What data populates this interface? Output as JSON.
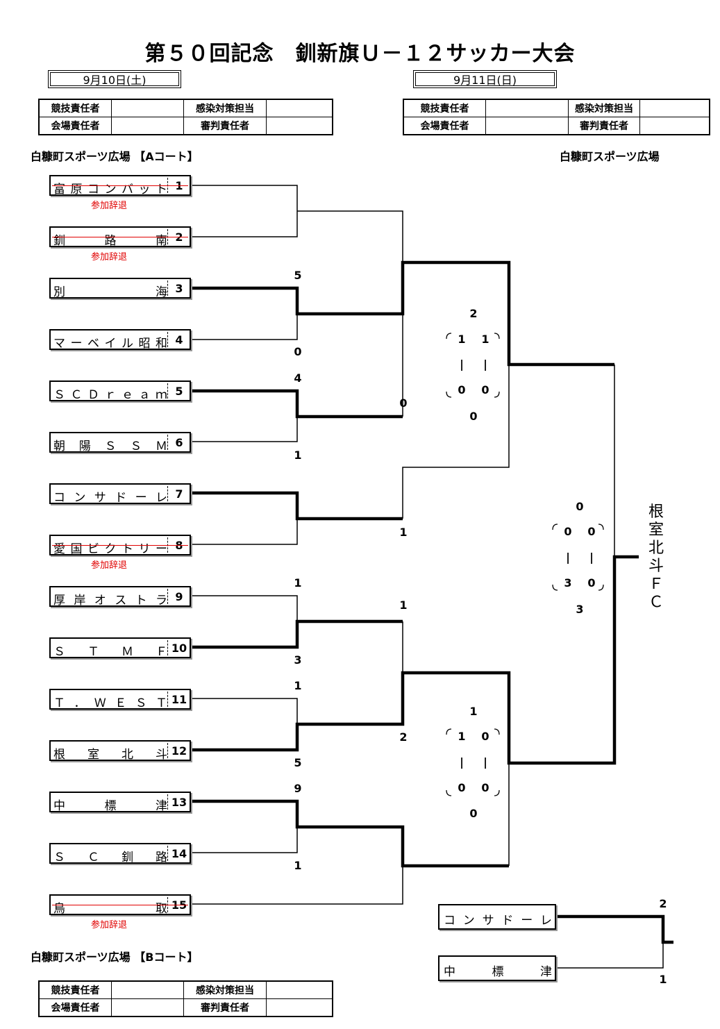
{
  "title": "第５０回記念　釧新旗Ｕ－１２サッカー大会",
  "day1": {
    "date": "9月10日(土)",
    "staff": {
      "r1c1": "競技責任者",
      "r1c2": "感染対策担当",
      "r2c1": "会場責任者",
      "r2c2": "審判責任者"
    },
    "venue_a": "白糠町スポーツ広場 【Aコート】",
    "venue_b": "白糠町スポーツ広場 【Bコート】"
  },
  "day2": {
    "date": "9月11日(日)",
    "staff": {
      "r1c1": "競技責任者",
      "r1c2": "感染対策担当",
      "r2c1": "会場責任者",
      "r2c2": "審判責任者"
    },
    "venue": "白糠町スポーツ広場"
  },
  "teams": [
    {
      "name": "富原コンバット",
      "no": "1",
      "withdrawn": true,
      "note": "参加辞退"
    },
    {
      "name": "釧　　路　　南",
      "no": "2",
      "withdrawn": true,
      "note": "参加辞退"
    },
    {
      "name": "別　　　　　海",
      "no": "3",
      "withdrawn": false,
      "note": ""
    },
    {
      "name": "マーベイル昭和",
      "no": "4",
      "withdrawn": false,
      "note": ""
    },
    {
      "name": "ＳＣＤｒｅａｍ",
      "no": "5",
      "withdrawn": false,
      "note": ""
    },
    {
      "name": "朝陽ＳＳＭ",
      "no": "6",
      "withdrawn": false,
      "note": ""
    },
    {
      "name": "コンサドーレ",
      "no": "7",
      "withdrawn": false,
      "note": ""
    },
    {
      "name": "愛国ビクトリー",
      "no": "8",
      "withdrawn": true,
      "note": "参加辞退"
    },
    {
      "name": "厚岸オストラ",
      "no": "9",
      "withdrawn": false,
      "note": ""
    },
    {
      "name": "ＳＴＭＦ",
      "no": "10",
      "withdrawn": false,
      "note": ""
    },
    {
      "name": "Ｔ．ＷＥＳＴ",
      "no": "11",
      "withdrawn": false,
      "note": ""
    },
    {
      "name": "根　室　北　斗",
      "no": "12",
      "withdrawn": false,
      "note": ""
    },
    {
      "name": "中　　標　　津",
      "no": "13",
      "withdrawn": false,
      "note": ""
    },
    {
      "name": "ＳＣ釧路",
      "no": "14",
      "withdrawn": false,
      "note": ""
    },
    {
      "name": "鳥　　　　　取",
      "no": "15",
      "withdrawn": true,
      "note": "参加辞退"
    }
  ],
  "scores": {
    "r1_3": "5",
    "r1_4": "0",
    "r1_5": "4",
    "r1_6": "1",
    "r1_9": "1",
    "r1_10": "3",
    "r1_11": "1",
    "r1_12": "5",
    "r1_13": "9",
    "r1_14": "1",
    "qf_b": "0",
    "qf_c": "1",
    "qf_d": "1",
    "qf_e": "2",
    "sf1_top": "2",
    "sf1_h1a": "1",
    "sf1_h1b": "1",
    "sf1_dash": "|",
    "sf1_h2a": "0",
    "sf1_h2b": "0",
    "sf1_bot": "0",
    "sf2_top": "1",
    "sf2_h1a": "1",
    "sf2_h1b": "0",
    "sf2_dash": "|",
    "sf2_h2a": "0",
    "sf2_h2b": "0",
    "sf2_bot": "0",
    "f_top": "0",
    "f_h1a": "0",
    "f_h1b": "0",
    "f_dash": "|",
    "f_h2a": "3",
    "f_h2b": "0",
    "f_bot": "3"
  },
  "champion": [
    "根",
    "室",
    "北",
    "斗",
    "Ｆ",
    "Ｃ"
  ],
  "third_place": {
    "team1": "コンサドーレ",
    "team2": "中　　標　　津",
    "score1": "2",
    "score2": "1"
  }
}
